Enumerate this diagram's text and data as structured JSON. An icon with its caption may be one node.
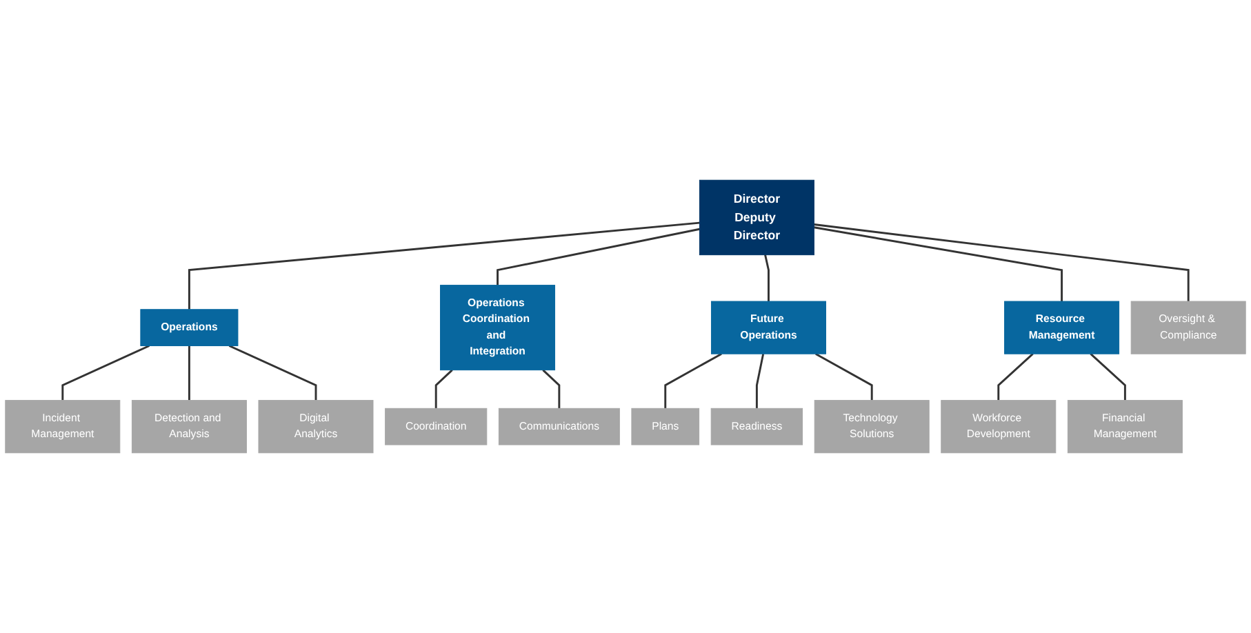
{
  "diagram": {
    "nodes": [
      {
        "text": [
          "Director",
          "Deputy Director"
        ]
      },
      {
        "text": [
          "Oversight & Compliance"
        ]
      },
      {
        "text": [
          "Operations"
        ]
      },
      {
        "text": [
          "Operations Coordination and Integration"
        ]
      },
      {
        "text": [
          "Future Operations"
        ]
      },
      {
        "text": [
          "Resource Management"
        ]
      },
      {
        "text": [
          "Incident Management"
        ]
      },
      {
        "text": [
          "Detection and Analysis"
        ]
      },
      {
        "text": [
          "Digital Analytics"
        ]
      },
      {
        "text": [
          "Coordination"
        ]
      },
      {
        "text": [
          "Communications"
        ]
      },
      {
        "text": [
          "Plans"
        ]
      },
      {
        "text": [
          "Readiness"
        ]
      },
      {
        "text": [
          "Technology Solutions"
        ]
      },
      {
        "text": [
          "Workforce Development"
        ]
      },
      {
        "text": [
          "Financial Management"
        ]
      }
    ],
    "edges": [
      {
        "from": 0,
        "to": 1,
        "arrow": "none"
      },
      {
        "from": 0,
        "to": 2,
        "arrow": "none"
      },
      {
        "from": 0,
        "to": 3,
        "arrow": "none"
      },
      {
        "from": 0,
        "to": 4,
        "arrow": "none"
      },
      {
        "from": 0,
        "to": 5,
        "arrow": "none"
      },
      {
        "from": 2,
        "to": 6,
        "arrow": "none"
      },
      {
        "from": 2,
        "to": 7,
        "arrow": "none"
      },
      {
        "from": 2,
        "to": 8,
        "arrow": "none"
      },
      {
        "from": 3,
        "to": 9,
        "arrow": "none"
      },
      {
        "from": 3,
        "to": 10,
        "arrow": "none"
      },
      {
        "from": 4,
        "to": 11,
        "arrow": "none"
      },
      {
        "from": 4,
        "to": 12,
        "arrow": "none"
      },
      {
        "from": 4,
        "to": 13,
        "arrow": "none"
      },
      {
        "from": 5,
        "to": 14,
        "arrow": "none"
      },
      {
        "from": 5,
        "to": 15,
        "arrow": "none"
      }
    ]
  }
}
